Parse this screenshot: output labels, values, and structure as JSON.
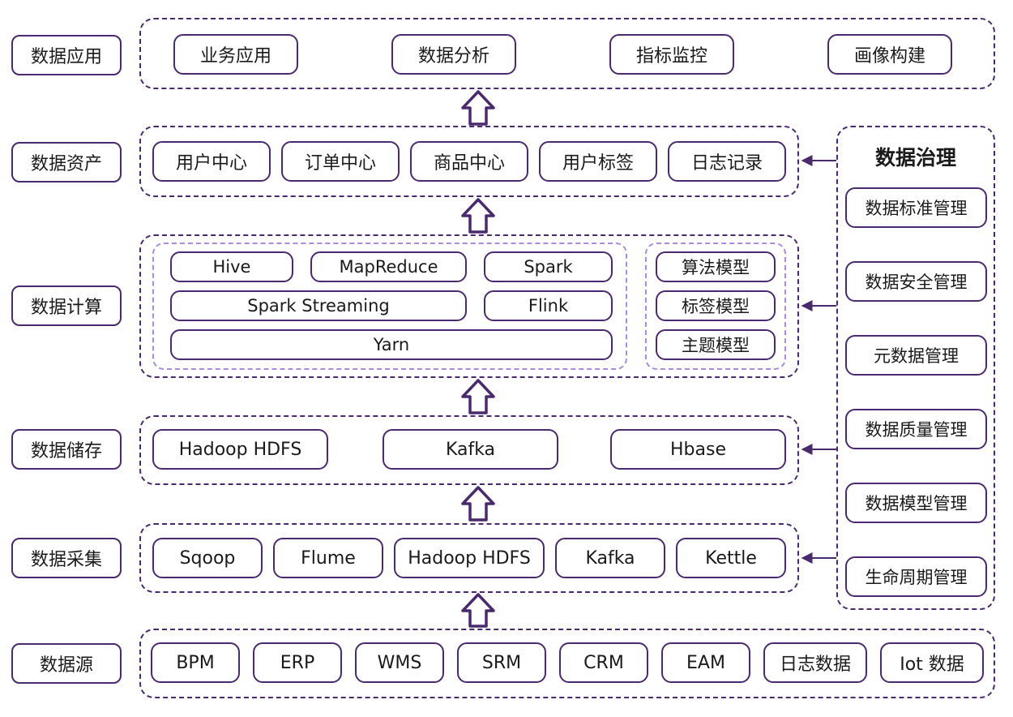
{
  "layers": {
    "app": {
      "label": "数据应用",
      "items": [
        "业务应用",
        "数据分析",
        "指标监控",
        "画像构建"
      ]
    },
    "asset": {
      "label": "数据资产",
      "items": [
        "用户中心",
        "订单中心",
        "商品中心",
        "用户标签",
        "日志记录"
      ]
    },
    "compute": {
      "label": "数据计算",
      "items": [
        "Hive",
        "MapReduce",
        "Spark",
        "Spark Streaming",
        "Flink",
        "Yarn"
      ],
      "models": [
        "算法模型",
        "标签模型",
        "主题模型"
      ]
    },
    "storage": {
      "label": "数据储存",
      "items": [
        "Hadoop HDFS",
        "Kafka",
        "Hbase"
      ]
    },
    "collect": {
      "label": "数据采集",
      "items": [
        "Sqoop",
        "Flume",
        "Hadoop HDFS",
        "Kafka",
        "Kettle"
      ]
    },
    "source": {
      "label": "数据源",
      "items": [
        "BPM",
        "ERP",
        "WMS",
        "SRM",
        "CRM",
        "EAM",
        "日志数据",
        "Iot 数据"
      ]
    }
  },
  "governance": {
    "title": "数据治理",
    "items": [
      "数据标准管理",
      "数据安全管理",
      "元数据管理",
      "数据质量管理",
      "数据模型管理",
      "生命周期管理"
    ]
  },
  "colors": {
    "border": "#4a2a6e",
    "inner_border": "#a98ce0"
  }
}
